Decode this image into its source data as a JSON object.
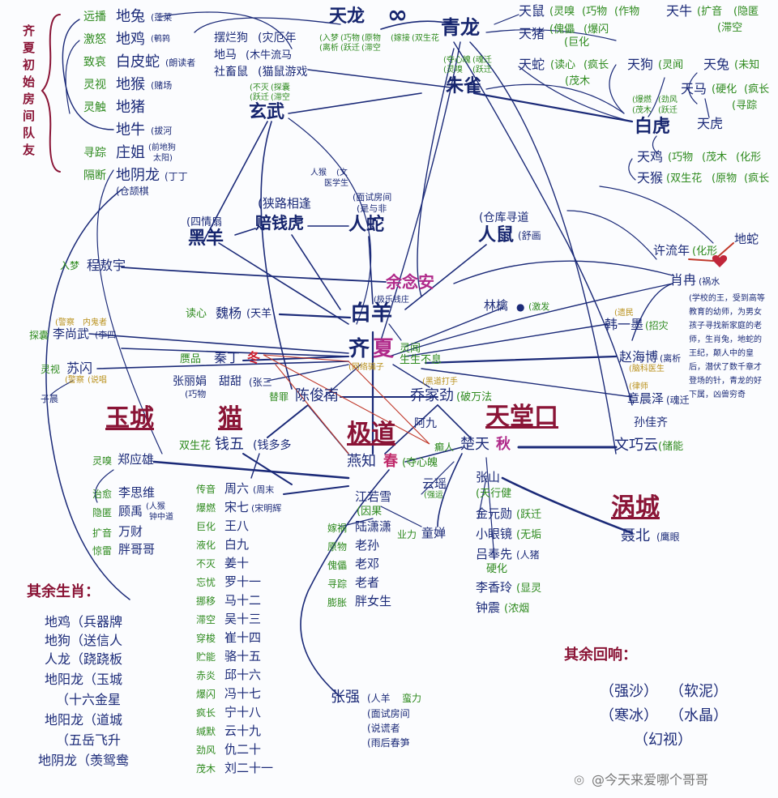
{
  "diagram": {
    "nodes": [
      {
        "id": "qi_xia_title",
        "text": "齐夏初始房间队友"
      },
      {
        "id": "n1",
        "text": "远播"
      },
      {
        "id": "n2",
        "text": "地兔"
      },
      {
        "id": "n3",
        "text": "(蓬莱"
      },
      {
        "id": "n4",
        "text": "激怒"
      },
      {
        "id": "n5",
        "text": "地鸡"
      },
      {
        "id": "n6",
        "text": "(鹌鹑"
      },
      {
        "id": "n7",
        "text": "致哀"
      },
      {
        "id": "n8",
        "text": "白皮蛇"
      },
      {
        "id": "n9",
        "text": "(朗读者"
      },
      {
        "id": "n10",
        "text": "灵视"
      },
      {
        "id": "n11",
        "text": "地猴"
      },
      {
        "id": "n12",
        "text": "(赌场"
      },
      {
        "id": "n13",
        "text": "灵触"
      },
      {
        "id": "n14",
        "text": "地猪"
      },
      {
        "id": "n15",
        "text": "地牛"
      },
      {
        "id": "n16",
        "text": "(拔河"
      },
      {
        "id": "n17",
        "text": "寻踪"
      },
      {
        "id": "n18",
        "text": "庄姐"
      },
      {
        "id": "n19",
        "text": "(前地狗"
      },
      {
        "id": "n20",
        "text": "太阳)"
      },
      {
        "id": "n21",
        "text": "隔断"
      },
      {
        "id": "n22",
        "text": "地阴龙"
      },
      {
        "id": "n23",
        "text": "(丁丁"
      },
      {
        "id": "n24",
        "text": "(仓颉棋"
      },
      {
        "id": "n25",
        "text": "摆烂狗"
      },
      {
        "id": "n26",
        "text": "(灾厄年"
      },
      {
        "id": "n27",
        "text": "地马"
      },
      {
        "id": "n28",
        "text": "(木牛流马"
      },
      {
        "id": "n29",
        "text": "社畜鼠"
      },
      {
        "id": "n30",
        "text": "(猫鼠游戏"
      },
      {
        "id": "n31",
        "text": "(不灭"
      },
      {
        "id": "n32",
        "text": "(探囊"
      },
      {
        "id": "n33",
        "text": "(跃迁"
      },
      {
        "id": "n34",
        "text": "(滞空"
      },
      {
        "id": "n35",
        "text": "玄武"
      },
      {
        "id": "n36",
        "text": "天龙"
      },
      {
        "id": "n37",
        "text": "∞"
      },
      {
        "id": "n38",
        "text": "青龙"
      },
      {
        "id": "n39",
        "text": "(入梦"
      },
      {
        "id": "n40",
        "text": "(巧物"
      },
      {
        "id": "n41",
        "text": "(原物"
      },
      {
        "id": "n42",
        "text": "(嫁接"
      },
      {
        "id": "n43",
        "text": "(双生花"
      },
      {
        "id": "n44",
        "text": "(离析"
      },
      {
        "id": "n45",
        "text": "(跃迁"
      },
      {
        "id": "n46",
        "text": "(滞空"
      },
      {
        "id": "n47",
        "text": "(夺心魄"
      },
      {
        "id": "n48",
        "text": "(魂迁"
      },
      {
        "id": "n49",
        "text": "(灵嗅"
      },
      {
        "id": "n50",
        "text": "(跃迁"
      },
      {
        "id": "n51",
        "text": "朱雀"
      },
      {
        "id": "n52",
        "text": "天鼠"
      },
      {
        "id": "n53",
        "text": "(灵嗅"
      },
      {
        "id": "n54",
        "text": "(巧物"
      },
      {
        "id": "n55",
        "text": "(作物"
      },
      {
        "id": "n56",
        "text": "天猪"
      },
      {
        "id": "n57",
        "text": "(傀儡"
      },
      {
        "id": "n58",
        "text": "(爆闪"
      },
      {
        "id": "n59",
        "text": "(巨化"
      },
      {
        "id": "n60",
        "text": "天牛"
      },
      {
        "id": "n61",
        "text": "(扩音"
      },
      {
        "id": "n62",
        "text": "(隐匿"
      },
      {
        "id": "n63",
        "text": "(滞空"
      },
      {
        "id": "n64",
        "text": "天蛇"
      },
      {
        "id": "n65",
        "text": "(读心"
      },
      {
        "id": "n66",
        "text": "(疯长"
      },
      {
        "id": "n67",
        "text": "(茂木"
      },
      {
        "id": "n68",
        "text": "天狗"
      },
      {
        "id": "n69",
        "text": "(灵闻"
      },
      {
        "id": "n70",
        "text": "天兔"
      },
      {
        "id": "n71",
        "text": "(未知"
      },
      {
        "id": "n72",
        "text": "天马"
      },
      {
        "id": "n73",
        "text": "(硬化"
      },
      {
        "id": "n74",
        "text": "(疯长"
      },
      {
        "id": "n75",
        "text": "(寻踪"
      },
      {
        "id": "n76",
        "text": "(爆燃"
      },
      {
        "id": "n77",
        "text": "(劲风"
      },
      {
        "id": "n78",
        "text": "(茂木"
      },
      {
        "id": "n79",
        "text": "(跃迁"
      },
      {
        "id": "n80",
        "text": "白虎"
      },
      {
        "id": "n81",
        "text": "天虎"
      },
      {
        "id": "n82",
        "text": "天鸡"
      },
      {
        "id": "n83",
        "text": "(巧物"
      },
      {
        "id": "n84",
        "text": "(茂木"
      },
      {
        "id": "n85",
        "text": "(化形"
      },
      {
        "id": "n86",
        "text": "天猴"
      },
      {
        "id": "n87",
        "text": "(双生花"
      },
      {
        "id": "n88",
        "text": "(原物"
      },
      {
        "id": "n89",
        "text": "(疯长"
      },
      {
        "id": "n90",
        "text": "人猴"
      },
      {
        "id": "n91",
        "text": "(文"
      },
      {
        "id": "n92",
        "text": "医学生"
      },
      {
        "id": "n93",
        "text": "(狭路相逢"
      },
      {
        "id": "n94",
        "text": "赔钱虎"
      },
      {
        "id": "n95",
        "text": "(面试房间"
      },
      {
        "id": "n96",
        "text": "(是与非"
      },
      {
        "id": "n97",
        "text": "人蛇"
      },
      {
        "id": "n98",
        "text": "(四情扇"
      },
      {
        "id": "n99",
        "text": "黑羊"
      },
      {
        "id": "n100",
        "text": "(仓库寻道"
      },
      {
        "id": "n101",
        "text": "人鼠"
      },
      {
        "id": "n102",
        "text": "(舒画"
      },
      {
        "id": "n103",
        "text": "许流年"
      },
      {
        "id": "n104",
        "text": "(化形"
      },
      {
        "id": "n105",
        "text": "地蛇"
      },
      {
        "id": "n106",
        "text": "入梦"
      },
      {
        "id": "n107",
        "text": "程敖宇"
      },
      {
        "id": "n108",
        "text": "余念安"
      },
      {
        "id": "n109",
        "text": "肖冉"
      },
      {
        "id": "n110",
        "text": "(祸水"
      },
      {
        "id": "n111",
        "text": "(学校的王，受到高等教育的幼师，为男女孩子寻找新家庭的老师，生肖兔，地蛇的王纪，颠人中的皇后，潜伏了数千章才登场的针，青龙的好下属，凶兽穷奇"
      },
      {
        "id": "n112",
        "text": "(极乐钱庄"
      },
      {
        "id": "n113",
        "text": "读心"
      },
      {
        "id": "n114",
        "text": "魏杨"
      },
      {
        "id": "n115",
        "text": "(天羊"
      },
      {
        "id": "n116",
        "text": "白羊"
      },
      {
        "id": "n117",
        "text": "林檎"
      },
      {
        "id": "n118",
        "text": "(激发"
      },
      {
        "id": "n119",
        "text": "(遗民"
      },
      {
        "id": "n120",
        "text": "韩一墨"
      },
      {
        "id": "n121",
        "text": "(招灾"
      },
      {
        "id": "n122",
        "text": "(警察"
      },
      {
        "id": "n123",
        "text": "内鬼者"
      },
      {
        "id": "n124",
        "text": "探囊"
      },
      {
        "id": "n125",
        "text": "李尚武"
      },
      {
        "id": "n126",
        "text": "(李四"
      },
      {
        "id": "n127",
        "text": "齐"
      },
      {
        "id": "n128",
        "text": "夏"
      },
      {
        "id": "n129",
        "text": "灵闻"
      },
      {
        "id": "n130",
        "text": "生生不息"
      },
      {
        "id": "n131",
        "text": "(网络骗子"
      },
      {
        "id": "n132",
        "text": "赝品"
      },
      {
        "id": "n133",
        "text": "秦丁"
      },
      {
        "id": "n134",
        "text": "冬"
      },
      {
        "id": "n135",
        "text": "灵视"
      },
      {
        "id": "n136",
        "text": "苏闪"
      },
      {
        "id": "n137",
        "text": "(警察"
      },
      {
        "id": "n138",
        "text": "(说唱"
      },
      {
        "id": "n139",
        "text": "子晨"
      },
      {
        "id": "n140",
        "text": "赵海博"
      },
      {
        "id": "n141",
        "text": "(离析"
      },
      {
        "id": "n142",
        "text": "(脑科医生"
      },
      {
        "id": "n143",
        "text": "张丽娟"
      },
      {
        "id": "n144",
        "text": "甜甜"
      },
      {
        "id": "n145",
        "text": "(张三"
      },
      {
        "id": "n146",
        "text": "(巧物"
      },
      {
        "id": "n147",
        "text": "替罪"
      },
      {
        "id": "n148",
        "text": "陈俊南"
      },
      {
        "id": "n149",
        "text": "(黑道打手"
      },
      {
        "id": "n150",
        "text": "乔家劲"
      },
      {
        "id": "n151",
        "text": "(破万法"
      },
      {
        "id": "n152",
        "text": "(律师"
      },
      {
        "id": "n153",
        "text": "章晨泽"
      },
      {
        "id": "n154",
        "text": "(魂迁"
      },
      {
        "id": "n155",
        "text": "孙佳齐"
      },
      {
        "id": "n156",
        "text": "玉城"
      },
      {
        "id": "n157",
        "text": "猫"
      },
      {
        "id": "n158",
        "text": "极道"
      },
      {
        "id": "n159",
        "text": "天堂口"
      },
      {
        "id": "n160",
        "text": "阿九"
      },
      {
        "id": "n161",
        "text": "双生花"
      },
      {
        "id": "n162",
        "text": "钱五"
      },
      {
        "id": "n163",
        "text": "(钱多多"
      },
      {
        "id": "n164",
        "text": "燕知"
      },
      {
        "id": "n165",
        "text": "春"
      },
      {
        "id": "n166",
        "text": "(夺心魄"
      },
      {
        "id": "n167",
        "text": "癫人"
      },
      {
        "id": "n168",
        "text": "楚天"
      },
      {
        "id": "n169",
        "text": "秋"
      },
      {
        "id": "n170",
        "text": "文巧云"
      },
      {
        "id": "n171",
        "text": "(储能"
      },
      {
        "id": "n172",
        "text": "灵嗅"
      },
      {
        "id": "n173",
        "text": "郑应雄"
      },
      {
        "id": "n174",
        "text": "传音"
      },
      {
        "id": "n175",
        "text": "周六"
      },
      {
        "id": "n176",
        "text": "(周末"
      },
      {
        "id": "n177",
        "text": "江若雪"
      },
      {
        "id": "n178",
        "text": "(因果"
      },
      {
        "id": "n179",
        "text": "云瑶"
      },
      {
        "id": "n180",
        "text": "(强运"
      },
      {
        "id": "n181",
        "text": "张山"
      },
      {
        "id": "n182",
        "text": "(天行健"
      },
      {
        "id": "n183",
        "text": "治愈"
      },
      {
        "id": "n184",
        "text": "李思维"
      },
      {
        "id": "n185",
        "text": "隐匿"
      },
      {
        "id": "n186",
        "text": "顾禹"
      },
      {
        "id": "n187",
        "text": "(人猴"
      },
      {
        "id": "n188",
        "text": "钟中道"
      },
      {
        "id": "n189",
        "text": "扩音"
      },
      {
        "id": "n190",
        "text": "万财"
      },
      {
        "id": "n191",
        "text": "惊雷"
      },
      {
        "id": "n192",
        "text": "胖哥哥"
      },
      {
        "id": "n193",
        "text": "爆燃"
      },
      {
        "id": "n194",
        "text": "宋七"
      },
      {
        "id": "n195",
        "text": "(宋明辉"
      },
      {
        "id": "n196",
        "text": "巨化"
      },
      {
        "id": "n197",
        "text": "王八"
      },
      {
        "id": "n198",
        "text": "液化"
      },
      {
        "id": "n199",
        "text": "白九"
      },
      {
        "id": "n200",
        "text": "不灭"
      },
      {
        "id": "n201",
        "text": "姜十"
      },
      {
        "id": "n202",
        "text": "忘忧"
      },
      {
        "id": "n203",
        "text": "罗十一"
      },
      {
        "id": "n204",
        "text": "挪移"
      },
      {
        "id": "n205",
        "text": "马十二"
      },
      {
        "id": "n206",
        "text": "滞空"
      },
      {
        "id": "n207",
        "text": "吴十三"
      },
      {
        "id": "n208",
        "text": "穿梭"
      },
      {
        "id": "n209",
        "text": "崔十四"
      },
      {
        "id": "n210",
        "text": "贮能"
      },
      {
        "id": "n211",
        "text": "骆十五"
      },
      {
        "id": "n212",
        "text": "赤炎"
      },
      {
        "id": "n213",
        "text": "邱十六"
      },
      {
        "id": "n214",
        "text": "爆闪"
      },
      {
        "id": "n215",
        "text": "冯十七"
      },
      {
        "id": "n216",
        "text": "疯长"
      },
      {
        "id": "n217",
        "text": "宁十八"
      },
      {
        "id": "n218",
        "text": "缄默"
      },
      {
        "id": "n219",
        "text": "云十九"
      },
      {
        "id": "n220",
        "text": "劲风"
      },
      {
        "id": "n221",
        "text": "仇二十"
      },
      {
        "id": "n222",
        "text": "茂木"
      },
      {
        "id": "n223",
        "text": "刘二十一"
      },
      {
        "id": "n224",
        "text": "嫁祸"
      },
      {
        "id": "n225",
        "text": "陆潇潇"
      },
      {
        "id": "n226",
        "text": "原物"
      },
      {
        "id": "n227",
        "text": "老孙"
      },
      {
        "id": "n228",
        "text": "傀儡"
      },
      {
        "id": "n229",
        "text": "老邓"
      },
      {
        "id": "n230",
        "text": "寻踪"
      },
      {
        "id": "n231",
        "text": "老者"
      },
      {
        "id": "n232",
        "text": "膨胀"
      },
      {
        "id": "n233",
        "text": "胖女生"
      },
      {
        "id": "n234",
        "text": "业力"
      },
      {
        "id": "n235",
        "text": "童婵"
      },
      {
        "id": "n236",
        "text": "金元勋"
      },
      {
        "id": "n237",
        "text": "(跃迁"
      },
      {
        "id": "n238",
        "text": "小眼镜"
      },
      {
        "id": "n239",
        "text": "(无垢"
      },
      {
        "id": "n240",
        "text": "吕奉先"
      },
      {
        "id": "n241",
        "text": "(人猪"
      },
      {
        "id": "n242",
        "text": "硬化"
      },
      {
        "id": "n243",
        "text": "李香玲"
      },
      {
        "id": "n244",
        "text": "(显灵"
      },
      {
        "id": "n245",
        "text": "钟震"
      },
      {
        "id": "n246",
        "text": "(浓烟"
      },
      {
        "id": "n247",
        "text": "涡城"
      },
      {
        "id": "n248",
        "text": "聂北"
      },
      {
        "id": "n249",
        "text": "(鹰眼"
      },
      {
        "id": "n250",
        "text": "张强"
      },
      {
        "id": "n251",
        "text": "(人羊"
      },
      {
        "id": "n252",
        "text": "蛮力"
      },
      {
        "id": "n253",
        "text": "(面试房间"
      },
      {
        "id": "n254",
        "text": "(说谎者"
      },
      {
        "id": "n255",
        "text": "(雨后春笋"
      }
    ],
    "legend_other_zodiac": {
      "heading": "其余生肖：",
      "items": [
        "地鸡（兵器牌",
        "地狗（送信人",
        "人龙（跷跷板",
        "地阳龙（玉城",
        "（十六金星",
        "地阳龙（道城",
        "（五岳飞升",
        "地阴龙（羡鸳鸯"
      ]
    },
    "legend_other_echo": {
      "heading": "其余回响：",
      "items": [
        "（强沙）",
        "（软泥）",
        "（寒冰）",
        "（水晶）",
        "（幻视）"
      ]
    },
    "watermark": "@今天来爱哪个哥哥",
    "colors": {
      "navy": "#1b2a78",
      "green": "#2e8a1e",
      "crimson": "#8a1436",
      "magenta": "#b02a8a",
      "gold": "#b9901a"
    }
  }
}
